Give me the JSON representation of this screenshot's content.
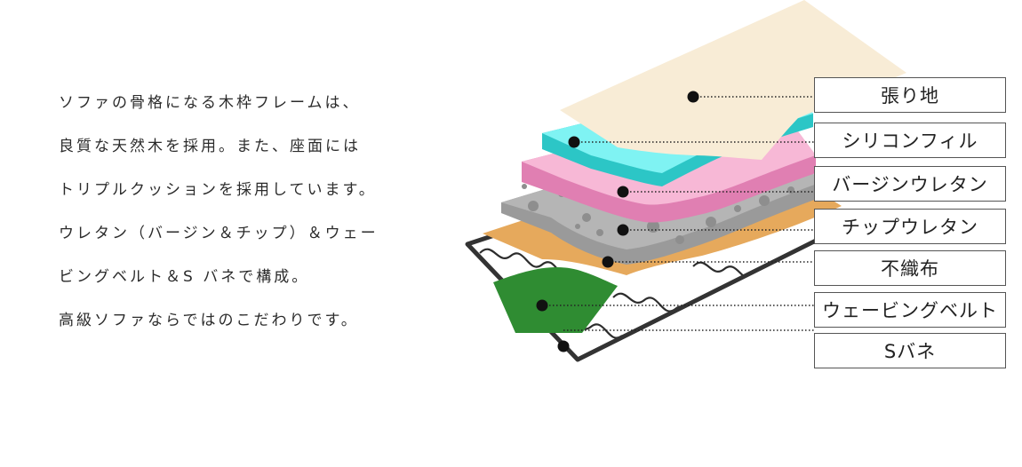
{
  "description": {
    "lines": [
      "ソファの骨格になる木枠フレームは、",
      "良質な天然木を採用。また、座面には",
      "トリプルクッションを採用しています。",
      "ウレタン（バージン＆チップ）＆ウェー",
      "ビングベルト＆S バネで構成。",
      "高級ソファならではのこだわりです。"
    ]
  },
  "layers": [
    {
      "label": "張り地",
      "color": "#f8ecd6"
    },
    {
      "label": "シリコンフィル",
      "color": "#7ff3f3"
    },
    {
      "label": "バージンウレタン",
      "color": "#f7b8d6"
    },
    {
      "label": "チップウレタン",
      "color": "#b5b5b5"
    },
    {
      "label": "不織布",
      "color": "#e6a95c"
    },
    {
      "label": "ウェービングベルト",
      "color": "#2f8c32"
    },
    {
      "label": "Sバネ",
      "color": "#333333"
    }
  ]
}
